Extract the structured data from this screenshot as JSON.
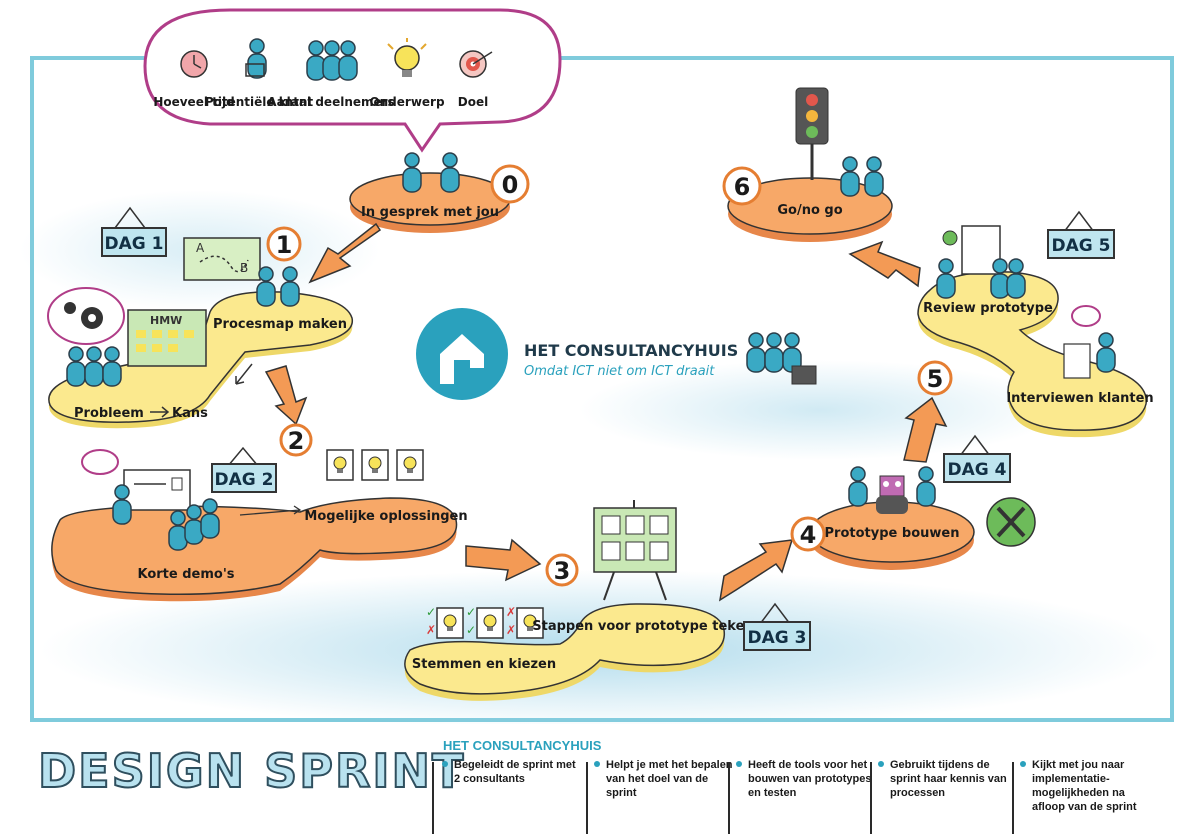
{
  "diagram": {
    "speech_bubble": {
      "items": [
        {
          "label": "Hoeveel tijd",
          "icon": "clock-icon"
        },
        {
          "label": "Potentiële klant",
          "icon": "person-cart-icon"
        },
        {
          "label": "Aantal deelnemers",
          "icon": "group-icon"
        },
        {
          "label": "Onderwerp",
          "icon": "lightbulb-icon"
        },
        {
          "label": "Doel",
          "icon": "target-icon"
        }
      ]
    },
    "steps": [
      {
        "number": "0",
        "label": "In gesprek met jou"
      },
      {
        "number": "1",
        "label": "Procesmap maken"
      },
      {
        "number": "2",
        "label": ""
      },
      {
        "number": "3",
        "label": ""
      },
      {
        "number": "4",
        "label": "Prototype bouwen"
      },
      {
        "number": "5",
        "label": ""
      },
      {
        "number": "6",
        "label": "Go/no go"
      }
    ],
    "stations": {
      "probleem": "Probleem",
      "kans": "Kans",
      "hmw": "HMW",
      "map_a": "A",
      "map_b": "B",
      "demos": "Korte demo's",
      "oplossingen": "Mogelijke oplossingen",
      "stemmen": "Stemmen en kiezen",
      "stappen": "Stappen voor prototype tekenen",
      "review": "Review prototype",
      "interviewen": "Interviewen klanten"
    },
    "day_signs": [
      "DAG 1",
      "DAG 2",
      "DAG 3",
      "DAG 4",
      "DAG 5"
    ],
    "logo": {
      "name": "HET CONSULTANCYHUIS",
      "tagline": "Omdat ICT niet om ICT draait"
    },
    "colors": {
      "teal": "#2aa1bd",
      "orange": "#f39a55",
      "yellow": "#fbe98e",
      "frame": "#7fcbdc",
      "dag_fill": "#bfe5ef"
    }
  },
  "footer": {
    "title": "DESIGN SPRINT",
    "company": "HET CONSULTANCYHUIS",
    "bullets": [
      "Begeleidt de sprint met 2 consultants",
      "Helpt je met het bepalen van het doel van de sprint",
      "Heeft de tools voor het bouwen van prototypes en testen",
      "Gebruikt tijdens de sprint haar kennis van processen",
      "Kijkt met jou naar implementatie-mogelijkheden na afloop van de sprint"
    ]
  }
}
